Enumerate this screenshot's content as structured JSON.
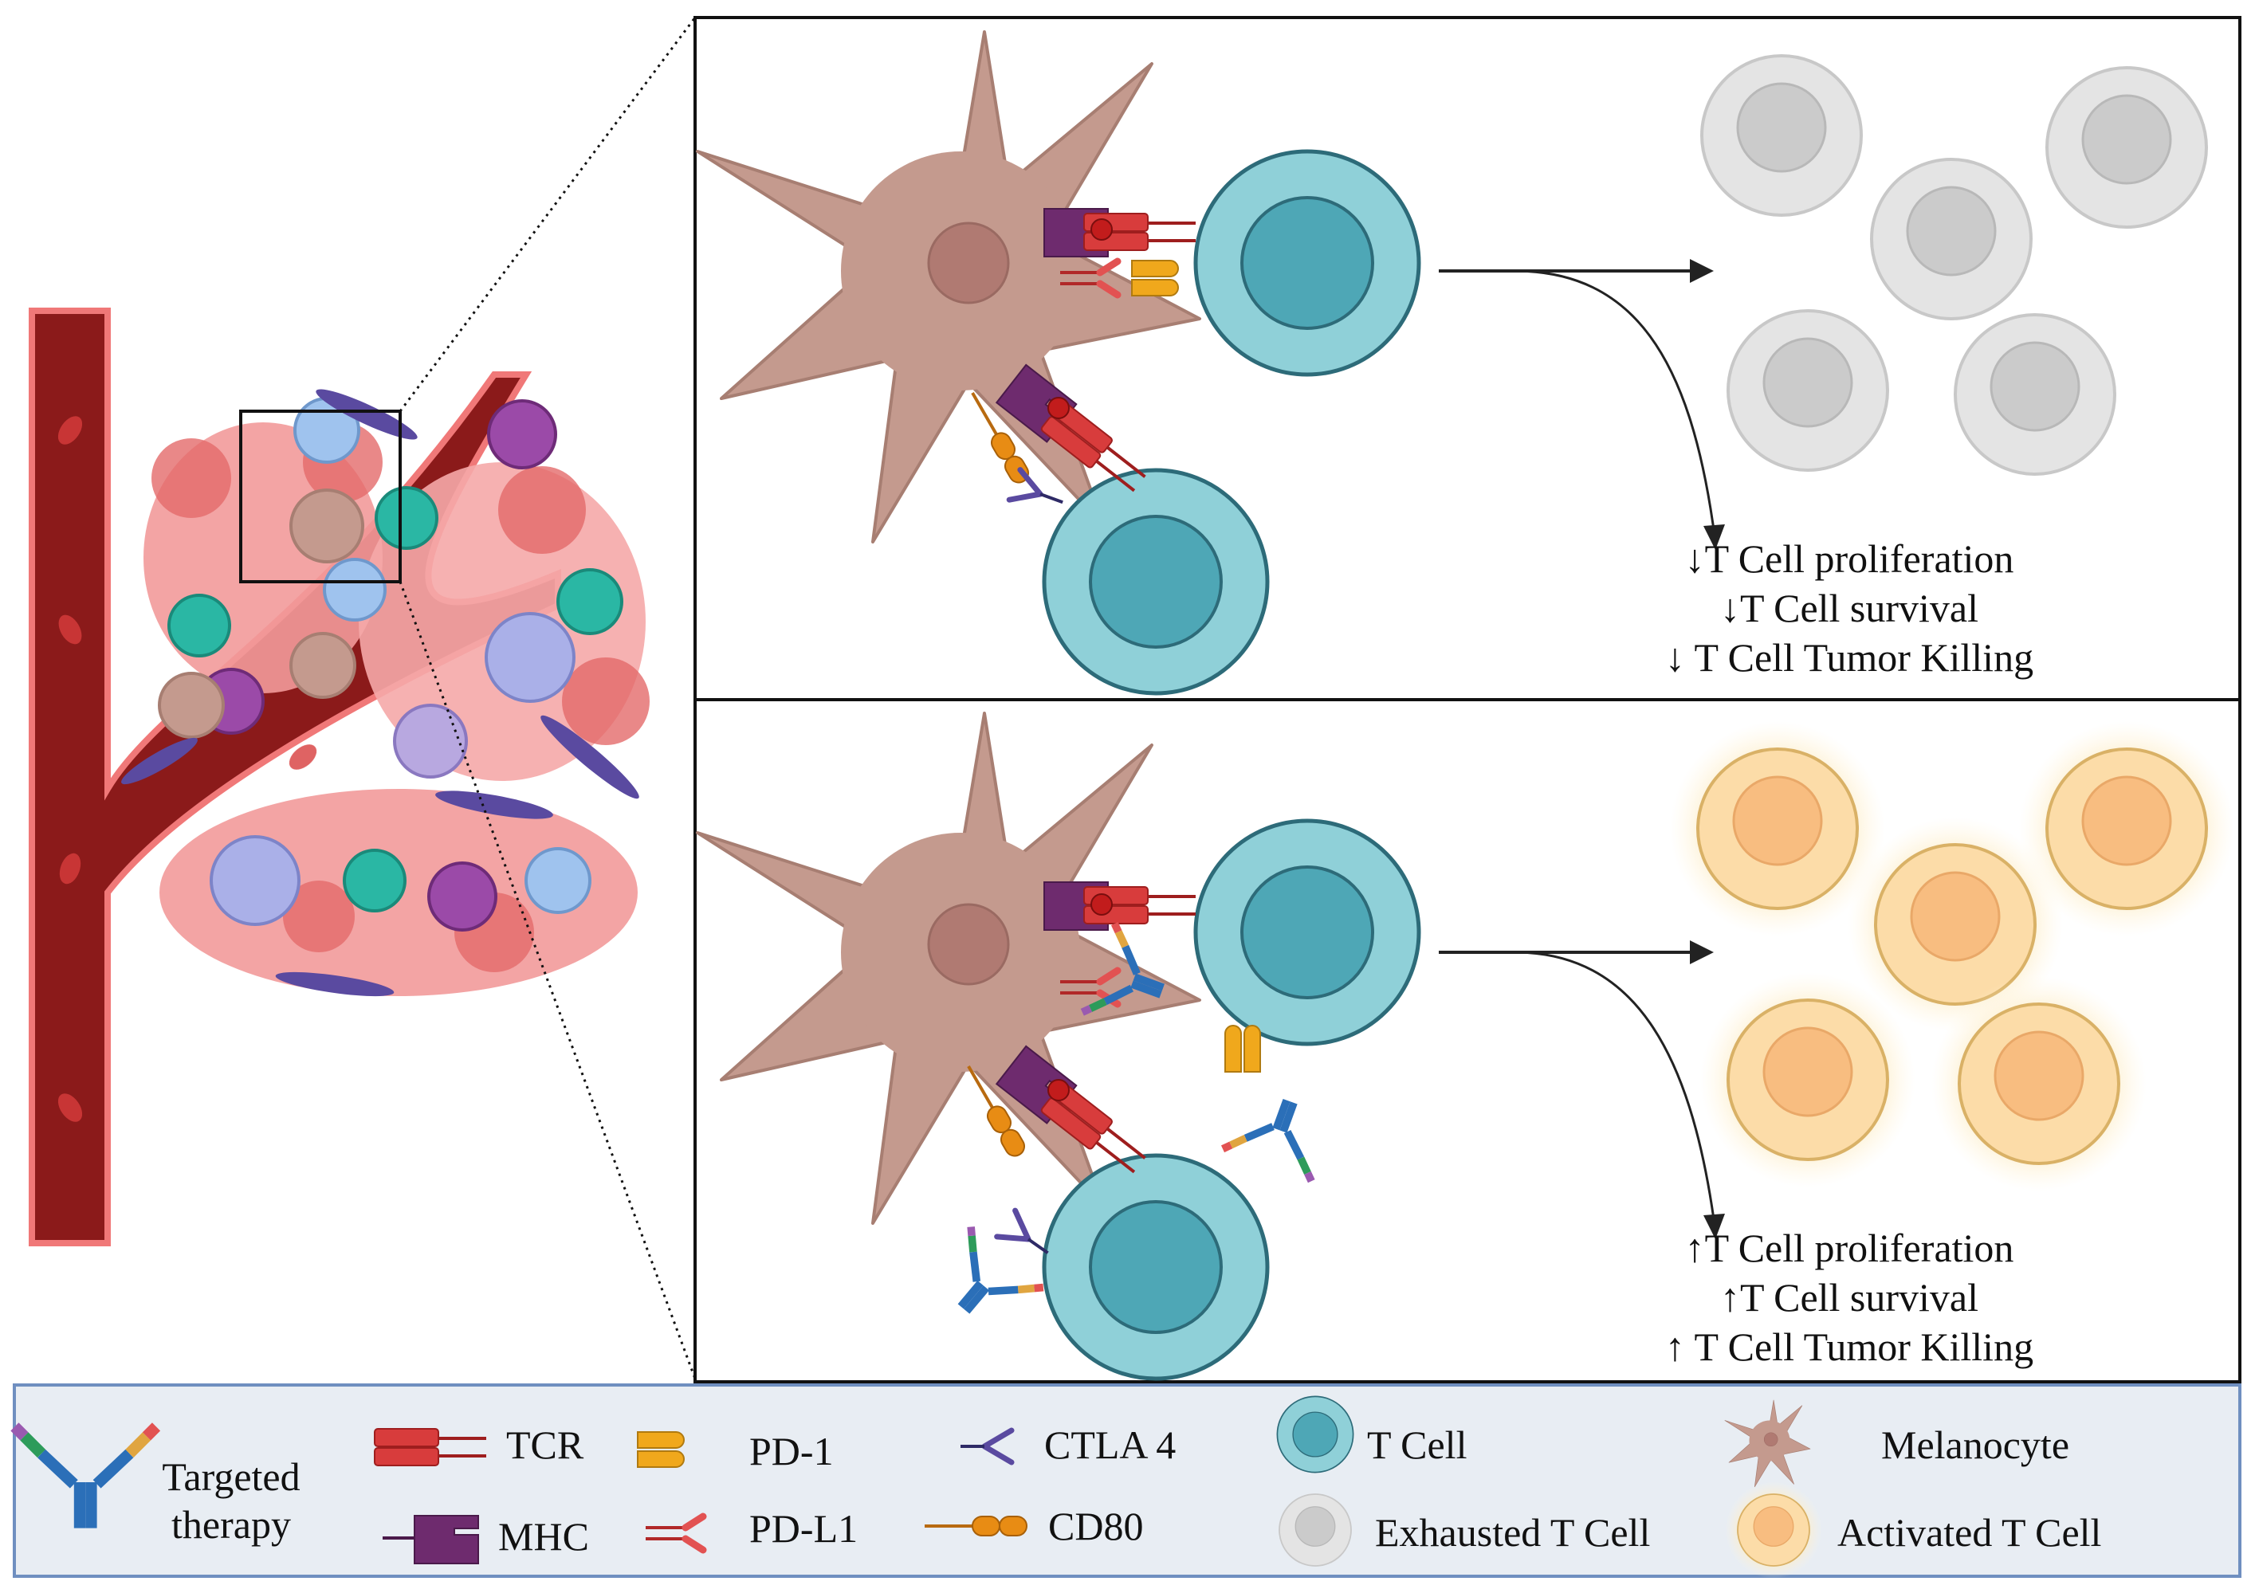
{
  "panels": {
    "top": {
      "effects": [
        {
          "arrow": "↓",
          "text": "T Cell  proliferation"
        },
        {
          "arrow": "↓",
          "text": "T Cell survival"
        },
        {
          "arrow": "↓",
          "text": " T Cell Tumor Killing"
        }
      ]
    },
    "bottom": {
      "effects": [
        {
          "arrow": "↑",
          "text": "T Cell  proliferation"
        },
        {
          "arrow": "↑",
          "text": "T Cell survival"
        },
        {
          "arrow": "↑",
          "text": " T Cell Tumor Killing"
        }
      ]
    }
  },
  "legend": {
    "targeted_therapy_1": "Targeted",
    "targeted_therapy_2": "therapy",
    "tcr": "TCR",
    "mhc": "MHC",
    "pd1": "PD-1",
    "pdl1": "PD-L1",
    "ctla4": "CTLA 4",
    "cd80": "CD80",
    "t_cell": "T Cell",
    "exhausted_t_cell": "Exhausted T Cell",
    "melanocyte": "Melanocyte",
    "activated_t_cell": "Activated T Cell"
  },
  "colors": {
    "vessel": "#8b1a1a",
    "vessel_edge": "#f07878",
    "t_cell": "#8fd0d8",
    "t_cell_nucleus": "#4ea7b6",
    "exhausted": "#e4e4e4",
    "activated": "#fbd6a0",
    "melanocyte": "#c49a8e",
    "tcr": "#d83c3c",
    "mhc": "#6e2b6e",
    "pd1": "#f0a81c",
    "pdl1": "#b12828",
    "ctla4": "#5a4aa0",
    "cd80": "#e88c14",
    "legend_bg": "#e8edf3",
    "legend_border": "#6f8fc0"
  }
}
